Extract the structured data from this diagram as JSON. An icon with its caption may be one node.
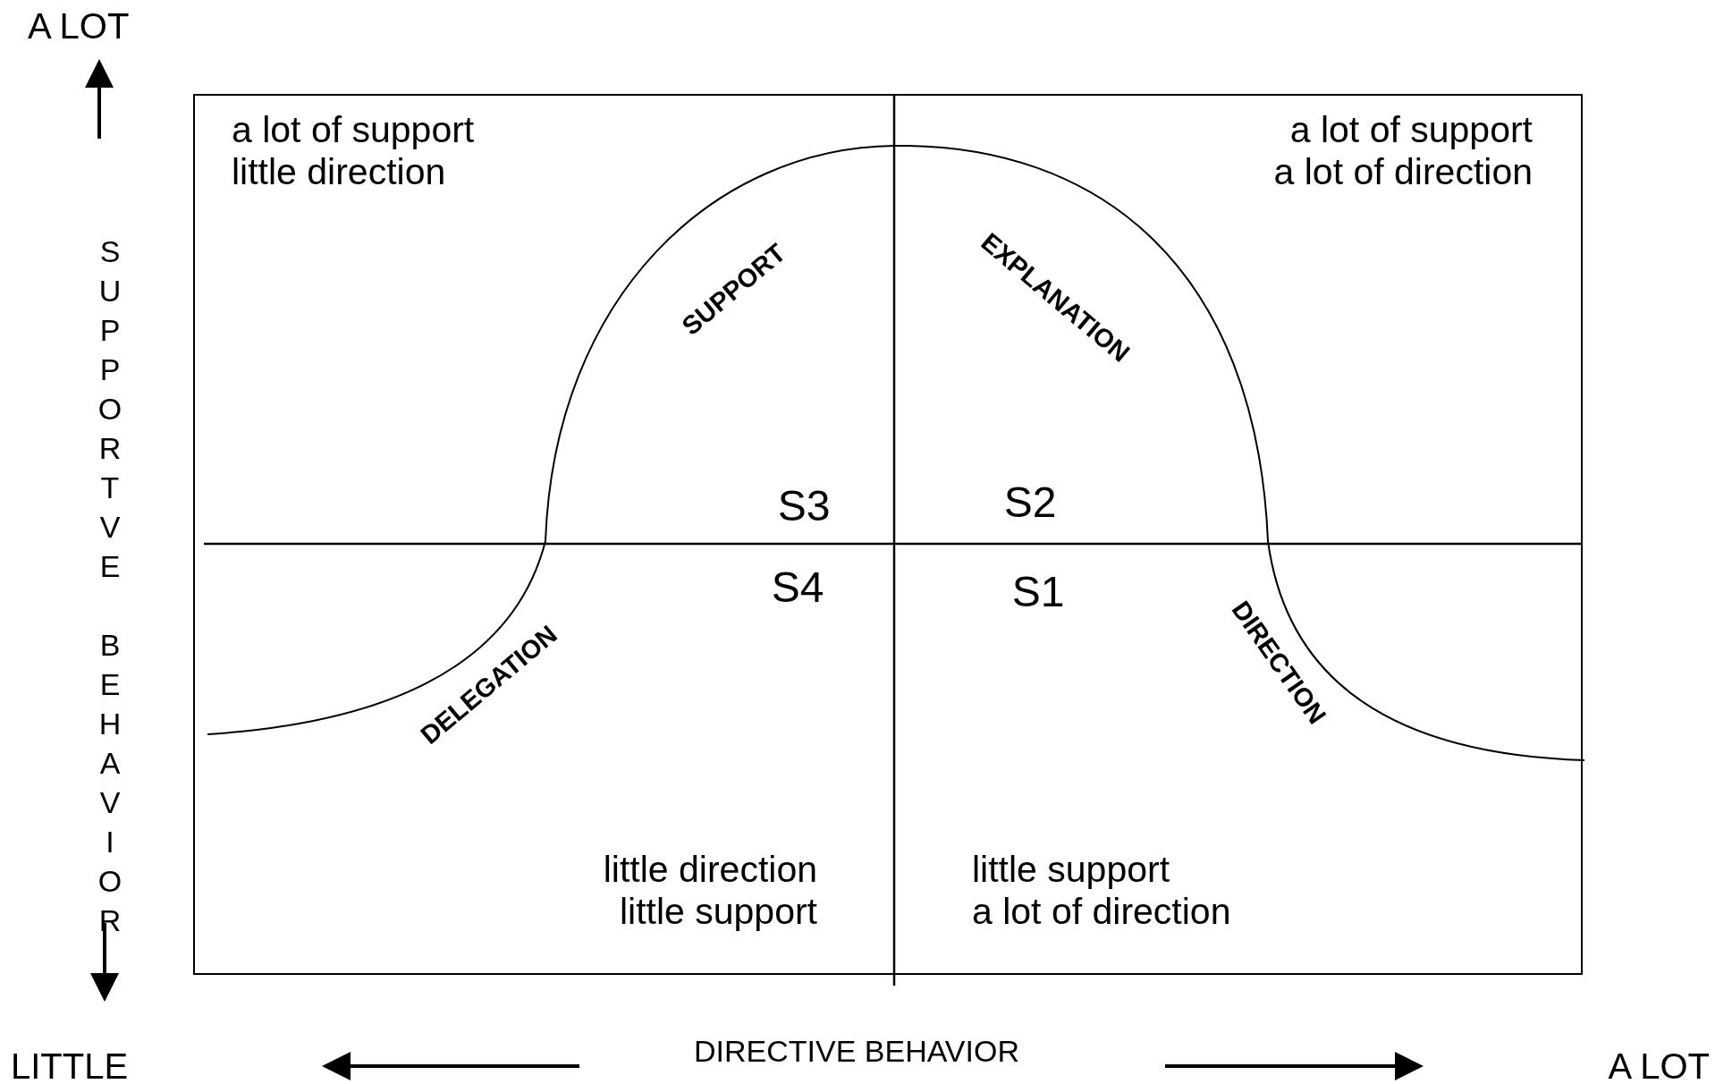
{
  "diagram": {
    "labels": [
      "A LOT",
      "a lot of support little direction",
      "a lot of support a lot of direction",
      "SUPPORTVE BEHAVIOR",
      "SUPPORT",
      "EXPLANATION",
      "S3",
      "S2",
      "S4",
      "S1",
      "DELEGATION",
      "DIRECTION",
      "little direction little support",
      "little support a lot of direction",
      "LITTLE",
      "DIRECTIVE BEHAVIOR",
      "A LOT"
    ]
  }
}
